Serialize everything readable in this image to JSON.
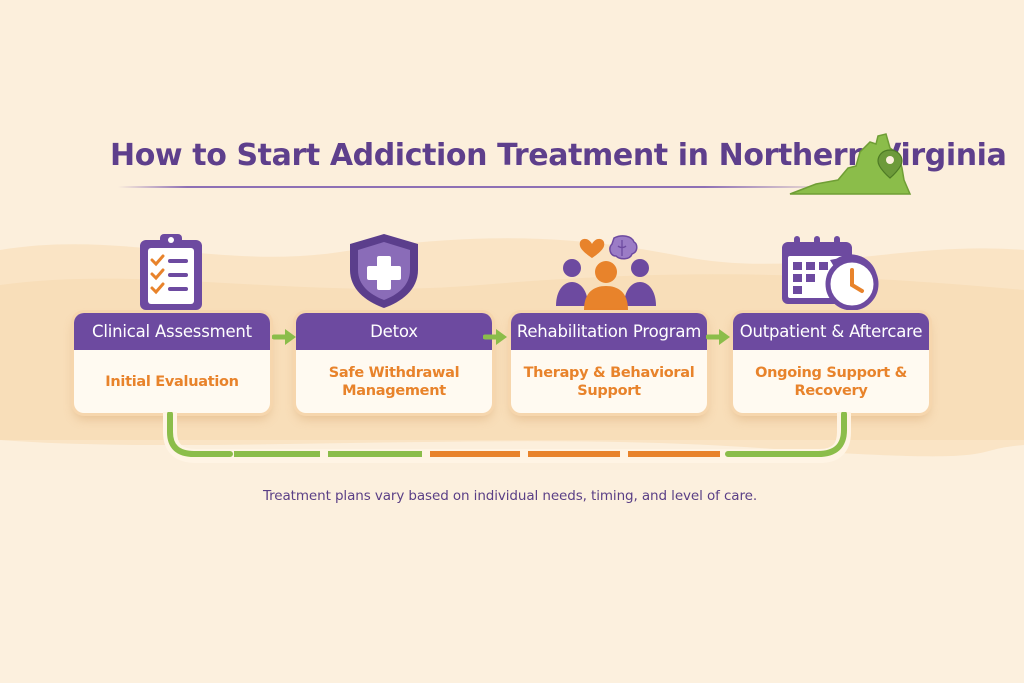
{
  "title": "How to Start Addiction Treatment in Northern Virginia",
  "steps": [
    {
      "title": "Clinical Assessment",
      "detail": "Initial Evaluation",
      "icon": "clipboard-checklist-icon"
    },
    {
      "title": "Detox",
      "detail": "Safe Withdrawal Management",
      "icon": "shield-cross-icon"
    },
    {
      "title": "Rehabilitation Program",
      "detail": "Therapy & Behavioral Support",
      "icon": "group-heart-brain-icon"
    },
    {
      "title": "Outpatient & Aftercare",
      "detail": "Ongoing Support & Recovery",
      "icon": "calendar-clock-icon"
    }
  ],
  "footnote": "Treatment plans vary based on individual needs, timing, and level of care.",
  "colors": {
    "purple": "#6d4aa0",
    "orange": "#e8832b",
    "green": "#8bbd4a",
    "background": "#fbecd7"
  },
  "icons": {
    "map": "virginia-map-icon",
    "pin": "location-pin-icon",
    "arrow": "right-arrow-icon"
  }
}
